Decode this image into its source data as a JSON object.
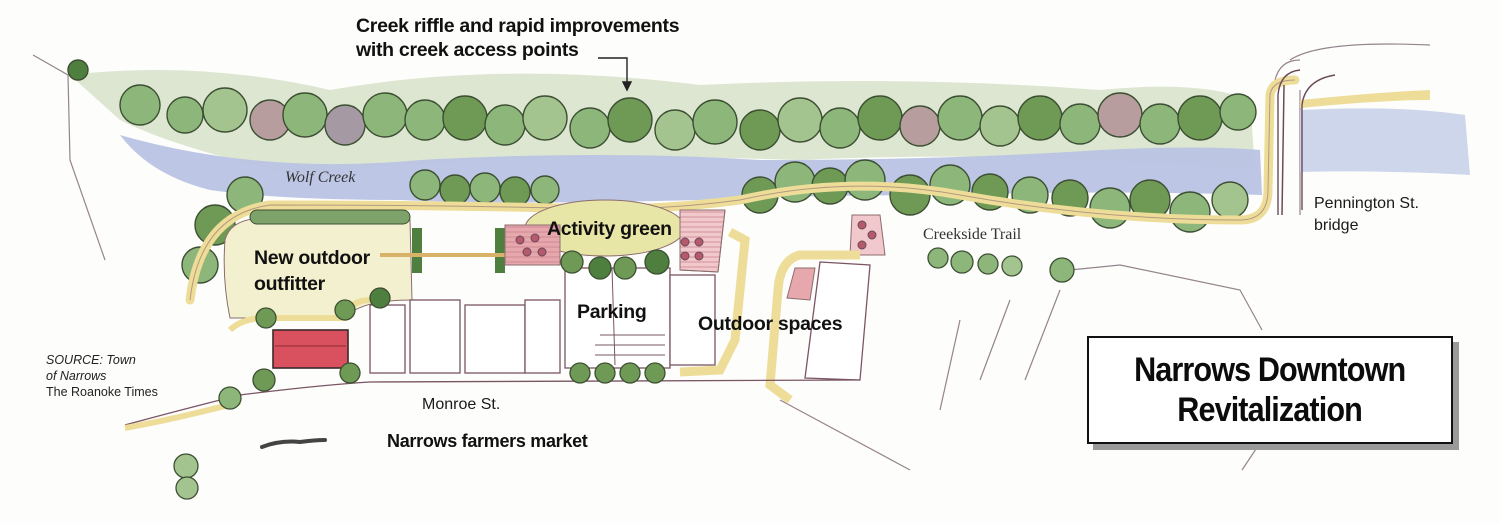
{
  "title": {
    "line1": "Narrows Downtown",
    "line2": "Revitalization"
  },
  "callout": {
    "line1": "Creek riffle and rapid improvements",
    "line2": "with creek access points",
    "arrow_icon": "arrow-down-right-angle"
  },
  "labels": {
    "wolf_creek": "Wolf Creek",
    "new_outfitter_line1": "New outdoor",
    "new_outfitter_line2": "outfitter",
    "activity_green": "Activity green",
    "parking": "Parking",
    "outdoor_spaces": "Outdoor spaces",
    "creekside_trail": "Creekside Trail",
    "pennington_line1": "Pennington St.",
    "pennington_line2": "bridge",
    "monroe_st": "Monroe St.",
    "farmers_market": "Narrows farmers market"
  },
  "source": {
    "line1": "SOURCE: Town",
    "line2": "of Narrows",
    "publisher": "The Roanoke Times"
  },
  "colors": {
    "creek": "#b9c4e4",
    "trees": "#6e9a55",
    "trees_dark": "#3f6e36",
    "path": "#eedd99",
    "lawn": "#f3f0cf",
    "plaza_pink": "#e6a7ad",
    "building_red": "#d9505e",
    "outline": "#6a4a5a"
  }
}
